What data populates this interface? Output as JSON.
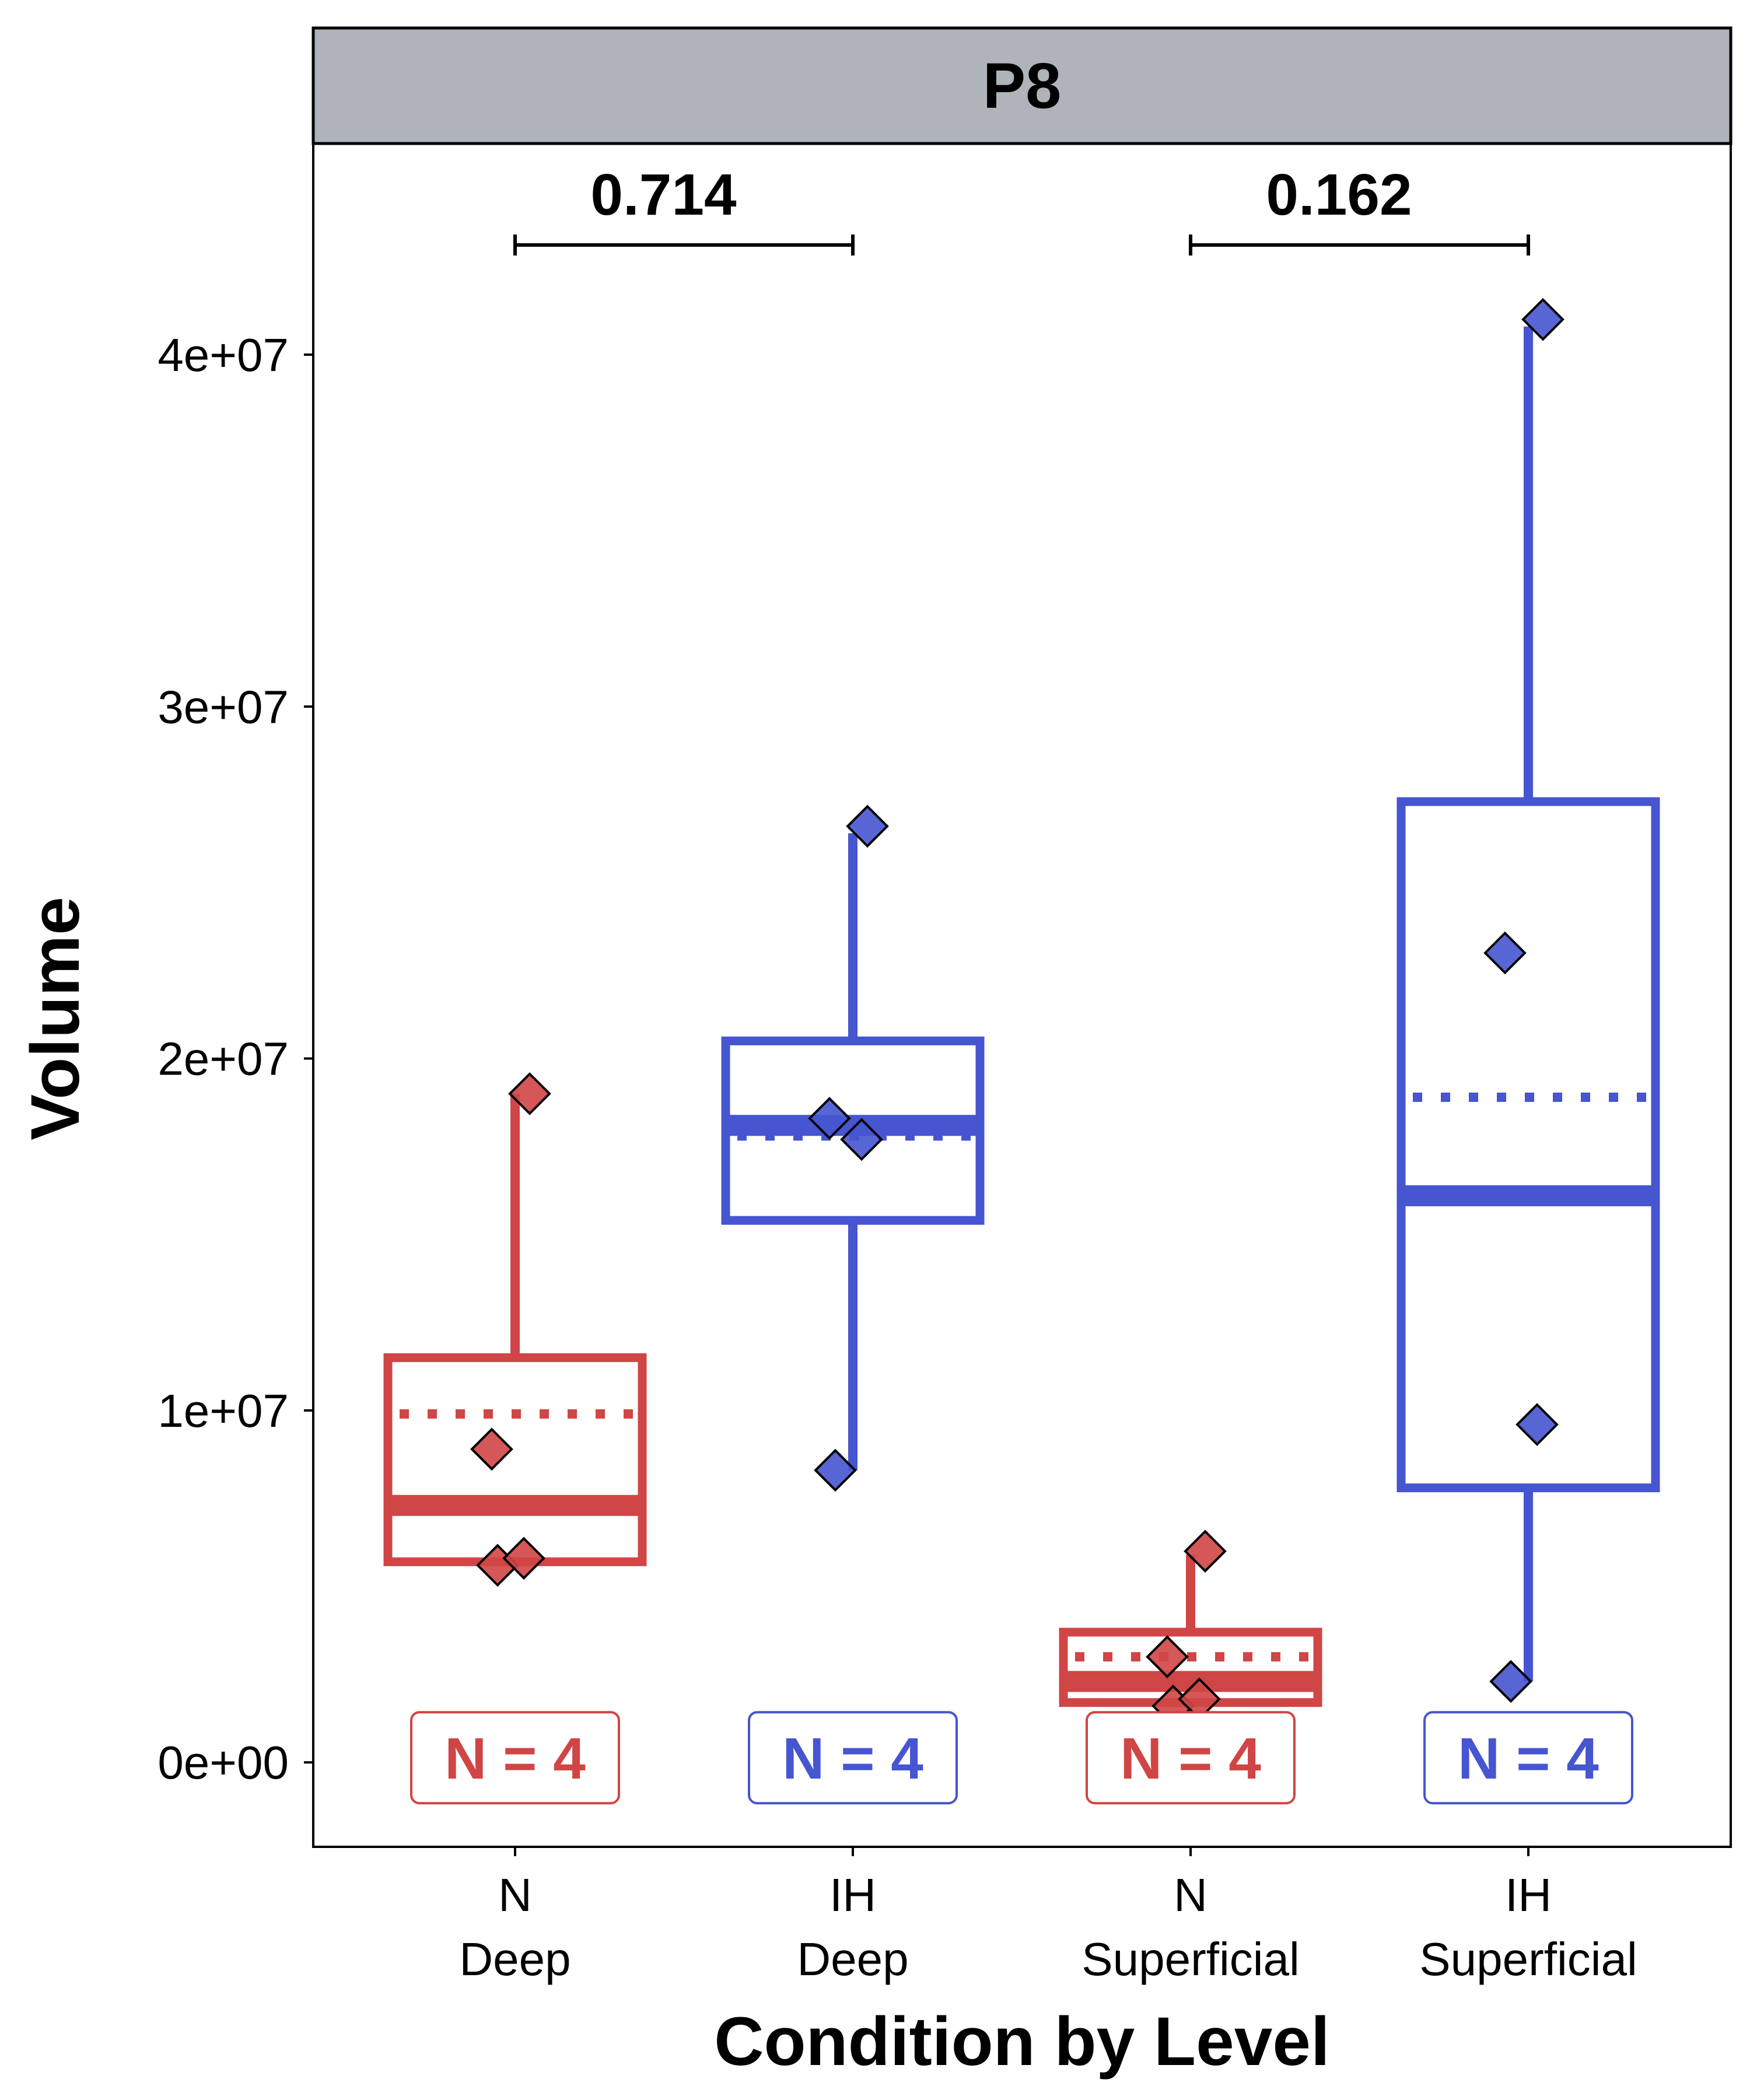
{
  "colors": {
    "N": "#D04545",
    "IH": "#4655D0",
    "strip_bg": "#AEB4BA",
    "axis": "#000000"
  },
  "chart_data": {
    "type": "box",
    "panel_title": "P8",
    "xlabel": "Condition by Level",
    "ylabel": "Volume",
    "ylim": [
      -2400000,
      46000000
    ],
    "yticks": [
      0,
      10000000,
      20000000,
      30000000,
      40000000
    ],
    "ytick_labels": [
      "0e+00",
      "1e+07",
      "2e+07",
      "3e+07",
      "4e+07"
    ],
    "groups": [
      {
        "condition": "N",
        "level": "Deep",
        "n_label": "N = 4",
        "whisker_low": 5700000,
        "q1": 5700000,
        "median": 7300000,
        "q3": 11500000,
        "whisker_high": 19000000,
        "mean": 9900000,
        "points": [
          5600000,
          5800000,
          8900000,
          19000000
        ]
      },
      {
        "condition": "IH",
        "level": "Deep",
        "n_label": "N = 4",
        "whisker_low": 8300000,
        "q1": 15400000,
        "median": 18100000,
        "q3": 20500000,
        "whisker_high": 26400000,
        "mean": 17800000,
        "points": [
          8300000,
          17700000,
          18300000,
          26600000
        ]
      },
      {
        "condition": "N",
        "level": "Superficial",
        "n_label": "N = 4",
        "whisker_low": 1700000,
        "q1": 1700000,
        "median": 2300000,
        "q3": 3700000,
        "whisker_high": 5900000,
        "mean": 3000000,
        "points": [
          1600000,
          1800000,
          3000000,
          6000000
        ]
      },
      {
        "condition": "IH",
        "level": "Superficial",
        "n_label": "N = 4",
        "whisker_low": 2300000,
        "q1": 7800000,
        "median": 16100000,
        "q3": 27300000,
        "whisker_high": 40800000,
        "mean": 18900000,
        "points": [
          2300000,
          9600000,
          23000000,
          41000000
        ]
      }
    ],
    "comparisons": [
      {
        "from": 0,
        "to": 1,
        "label": "0.714"
      },
      {
        "from": 2,
        "to": 3,
        "label": "0.162"
      }
    ]
  }
}
